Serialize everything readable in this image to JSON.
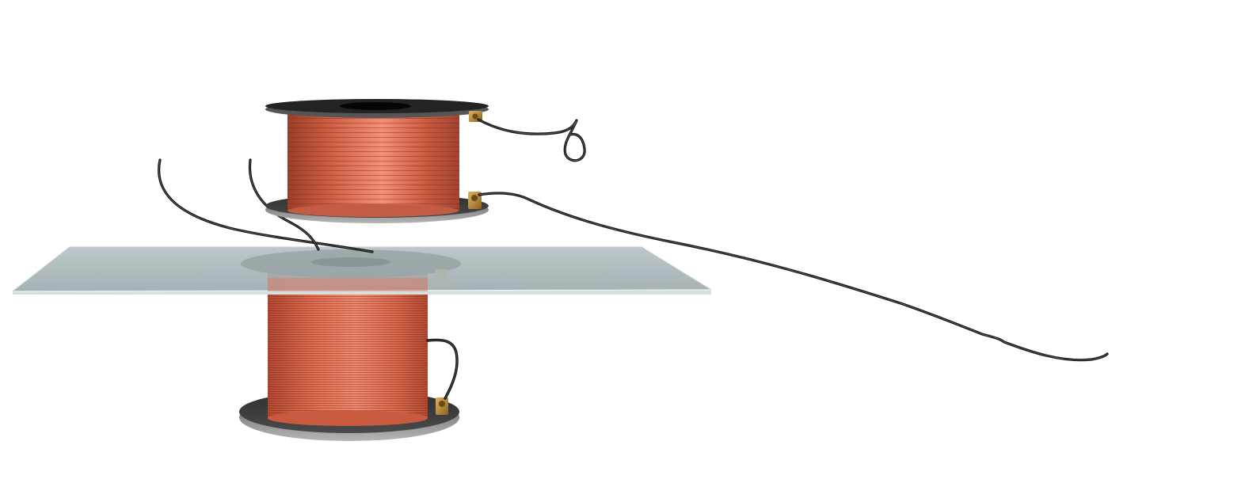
{
  "scene": {
    "objects": [
      "upper-coil",
      "lower-coil",
      "glass-plate",
      "upper-coil-lead-loop",
      "upper-coil-lead-long",
      "lower-coil-lead-left-1",
      "lower-coil-lead-left-2",
      "lower-coil-lead-jumper"
    ]
  },
  "colors": {
    "copper_dark": "#a8452c",
    "copper_mid": "#d9694d",
    "copper_light": "#f4957d",
    "flange_top": "#3a3a3a",
    "flange_side": "#5a5a5a",
    "flange_edge": "#9a9a9a",
    "glass_fill": "#a9b6b9",
    "glass_edge": "#d7dfe1",
    "terminal_brass": "#b58a3a",
    "wire": "#111111"
  }
}
